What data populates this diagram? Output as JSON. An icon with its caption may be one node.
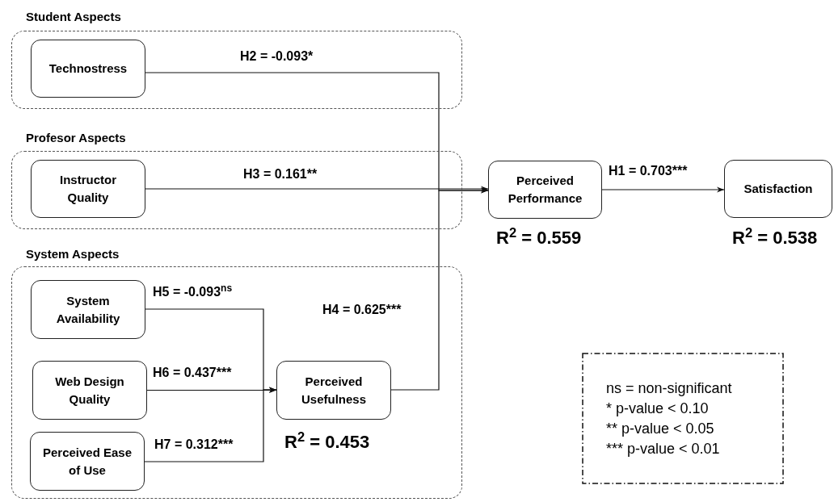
{
  "diagram": {
    "nodes": [
      {
        "text": [
          "Student Aspects"
        ]
      },
      {
        "text": [
          "Technostress"
        ],
        "in": 0
      },
      {
        "text": [
          "Profesor Aspects"
        ]
      },
      {
        "text": [
          "Instructor Quality"
        ],
        "in": 2
      },
      {
        "text": [
          "System Aspects"
        ]
      },
      {
        "text": [
          "System Availability"
        ],
        "in": 4
      },
      {
        "text": [
          "Web Design Quality"
        ],
        "in": 4
      },
      {
        "text": [
          "Perceived Ease of Use"
        ],
        "in": 4
      },
      {
        "text": [
          "Perceived Usefulness"
        ],
        "in": 4,
        "beside": [
          "R$^{2}$ = 0.453"
        ]
      },
      {
        "text": [
          "Perceived Performance"
        ],
        "beside": [
          "R$^{2}$ = 0.559"
        ]
      },
      {
        "text": [
          "Satisfaction"
        ],
        "beside": [
          "R$^{2}$ = 0.538"
        ]
      },
      {
        "text": [
          "ns = non-significant",
          "* p-value < 0.10",
          "** p-value < 0.05",
          "*** p-value < 0.01"
        ]
      }
    ],
    "edges": [
      {
        "from": 9,
        "to": 10,
        "arrow": "to",
        "label": "H1 = 0.703***"
      },
      {
        "from": 1,
        "to": 9,
        "arrow": "to",
        "label": "H2 = -0.093*"
      },
      {
        "from": 3,
        "to": 9,
        "arrow": "to",
        "label": "H3 = 0.161**"
      },
      {
        "from": 8,
        "to": 9,
        "arrow": "to",
        "label": "H4 = 0.625***"
      },
      {
        "from": 5,
        "to": 8,
        "arrow": "to",
        "label": "H5 = -0.093$^{ns}$"
      },
      {
        "from": 6,
        "to": 8,
        "arrow": "to",
        "label": "H6 = 0.437***"
      },
      {
        "from": 7,
        "to": 8,
        "arrow": "to",
        "label": "H7 = 0.312***"
      }
    ]
  }
}
